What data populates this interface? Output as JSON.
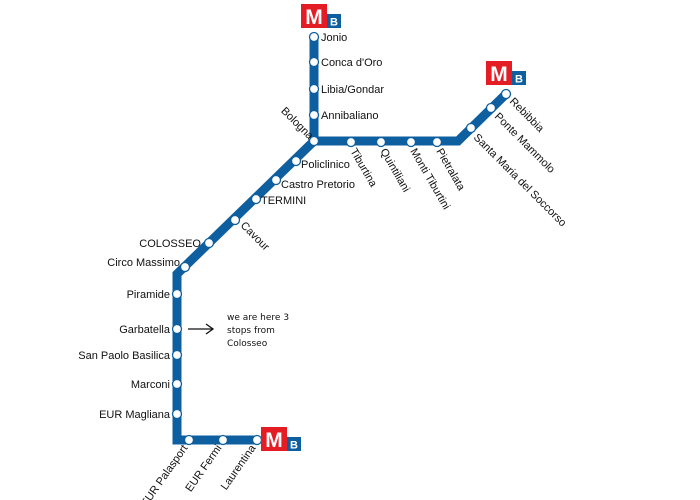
{
  "line": {
    "name": "B",
    "color": "#0e5fa0",
    "logo_color": "#e41c23",
    "logo_letter": "M",
    "badge_letter": "B"
  },
  "stops": {
    "jonio": "Jonio",
    "conca_doro": "Conca d'Oro",
    "libia_gondar": "Libia/Gondar",
    "annibaliano": "Annibaliano",
    "bologna": "Bologna",
    "tiburtina": "Tiburtina",
    "quintiliani": "Quintiliani",
    "monti_tiburtini": "Monti Tiburtini",
    "pietralata": "Pietralata",
    "santa_maria_del_soccorso": "Santa Maria del Soccorso",
    "ponte_mammolo": "Ponte Mammolo",
    "rebibbia": "Rebibbia",
    "policlinico": "Policlinico",
    "castro_pretorio": "Castro Pretorio",
    "termini": "TERMINI",
    "cavour": "Cavour",
    "colosseo": "COLOSSEO",
    "circo_massimo": "Circo Massimo",
    "piramide": "Piramide",
    "garbatella": "Garbatella",
    "san_paolo_basilica": "San Paolo Basilica",
    "marconi": "Marconi",
    "eur_magliana": "EUR Magliana",
    "eur_palasport": "EUR Palasport",
    "eur_fermi": "EUR Fermi",
    "laurentina": "Laurentina"
  },
  "annotation": {
    "line1": "we are here 3",
    "line2": "stops from",
    "line3": "Colosseo"
  }
}
